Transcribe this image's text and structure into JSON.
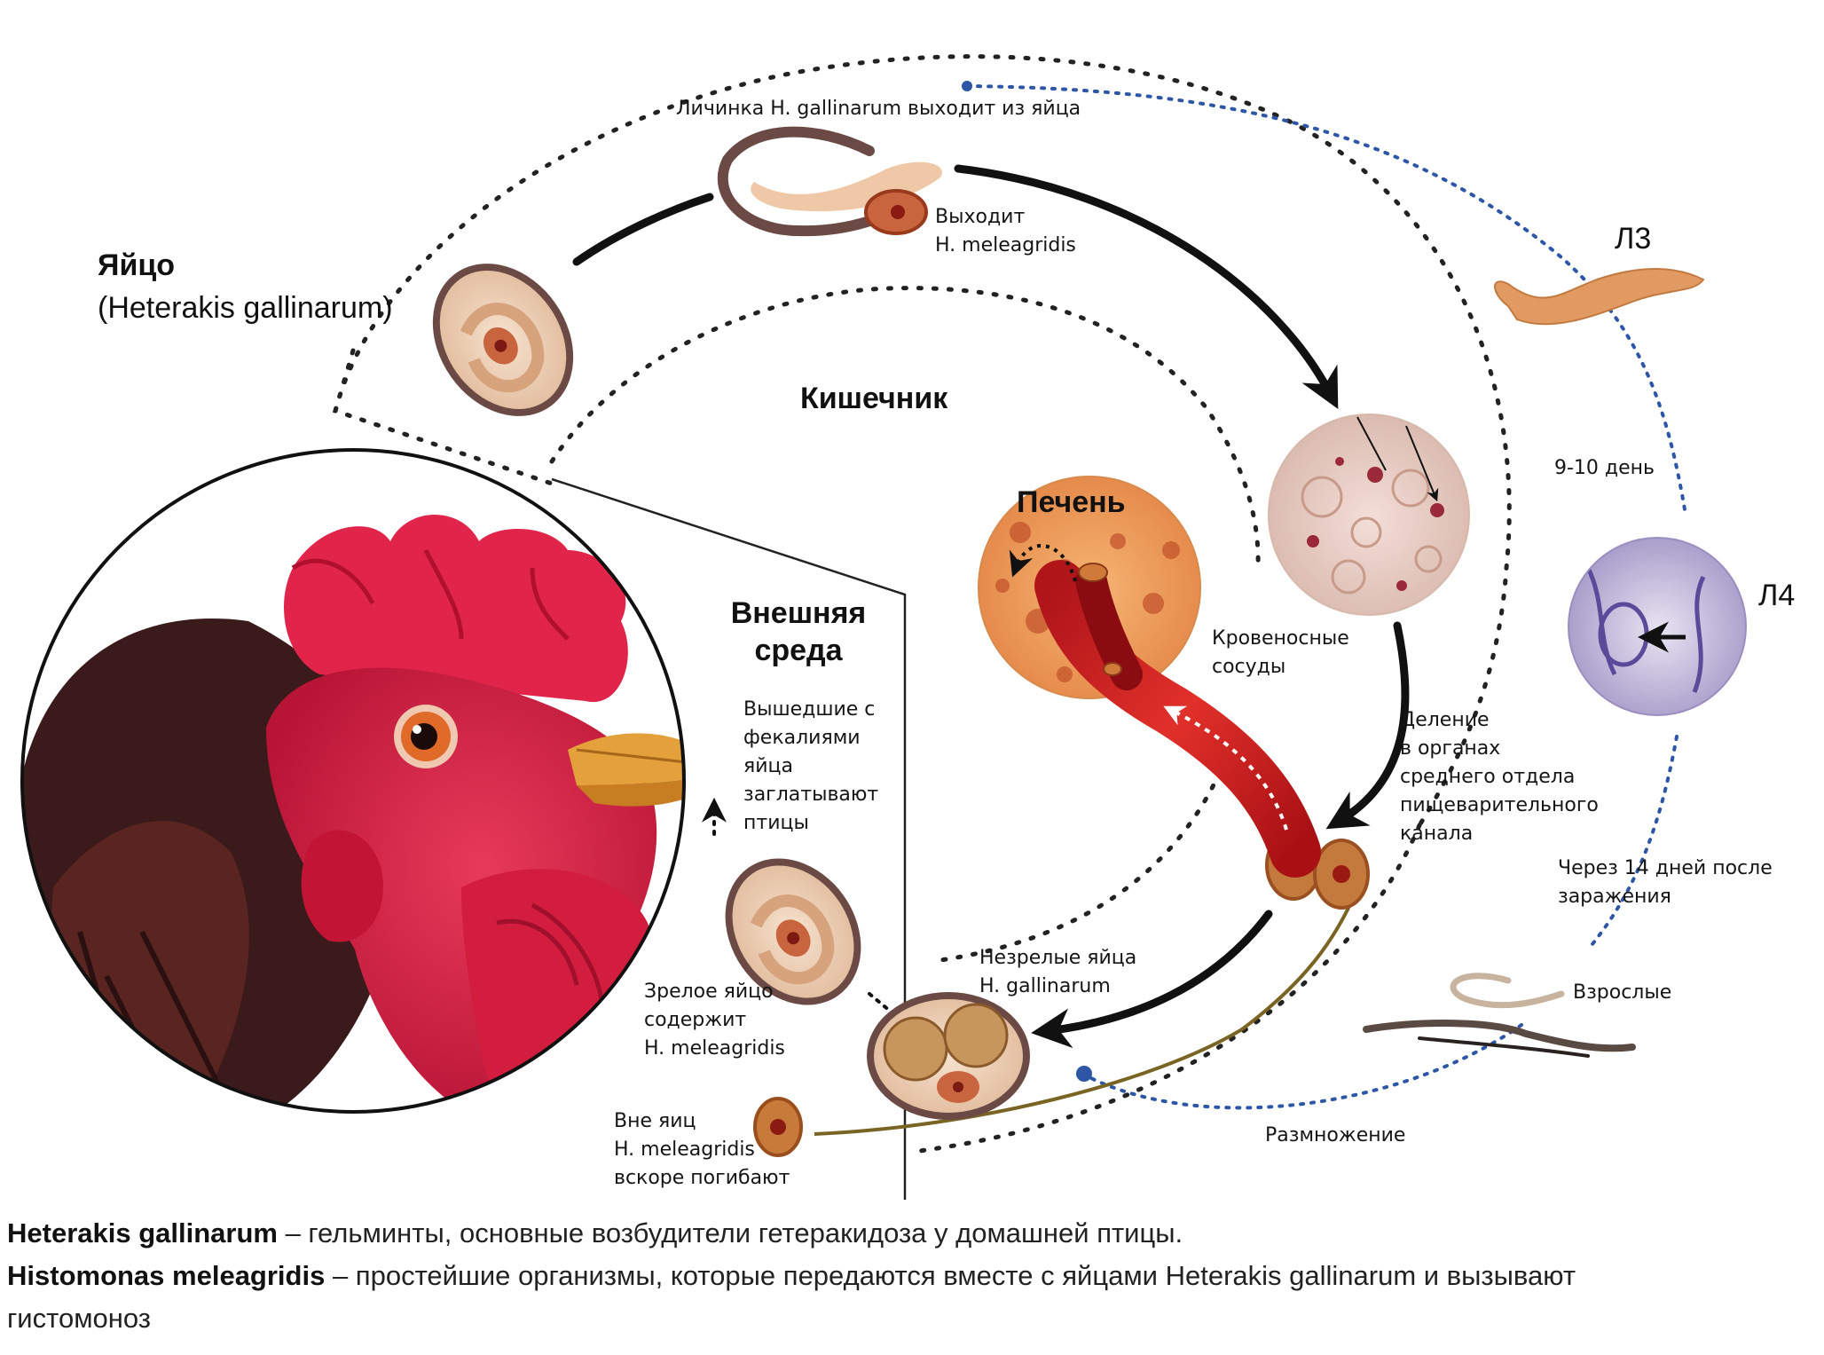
{
  "labels": {
    "larva_exits": "Личинка H. gallinarum выходит из яйца",
    "exits_meleagridis": "Выходит\nH. meleagridis",
    "egg_title": "Яйцо",
    "egg_species": "(Heterakis gallinarum)",
    "intestine": "Кишечник",
    "liver": "Печень",
    "outer_env": "Внешняя\nсреда",
    "feces_eggs": "Вышедшие с\nфекалиями\nяйца\nзаглатывают\nптицы",
    "mature_egg": "Зрелое яйцо\nсодержит\nH. meleagridis",
    "outside_eggs": "Вне яиц\nH. meleagridis\nвскоре погибают",
    "immature_eggs": "Незрелые яйца\nH. gallinarum",
    "blood_vessels": "Кровеносные\nсосуды",
    "division": "Деление\nв органах\nсреднего отдела\nпищеварительного\nканала",
    "l3": "Л3",
    "day_9_10": "9-10 день",
    "l4": "Л4",
    "after_14_days": "Через 14 дней после\nзаражения",
    "adults": "Взрослые",
    "reproduction": "Размножение"
  },
  "caption": {
    "line1_bold": "Heterakis gallinarum",
    "line1_rest": " – гельминты, основные возбудители гетеракидоза у домашней птицы.",
    "line2_bold": "Histomonas meleagridis",
    "line2_rest": " – простейшие организмы, которые передаются вместе с яйцами Heterakis gallinarum и вызывают",
    "line3": "гистомоноз"
  },
  "colors": {
    "black_arrow": "#111111",
    "blue_dotted": "#2d56a6",
    "egg_fill": "#efd3bb",
    "egg_rim": "#6b4a45",
    "larva": "#e0a06a",
    "blood_vessel": "#d8241f",
    "comb": "#e0244a",
    "olive_line": "#7a6424"
  }
}
